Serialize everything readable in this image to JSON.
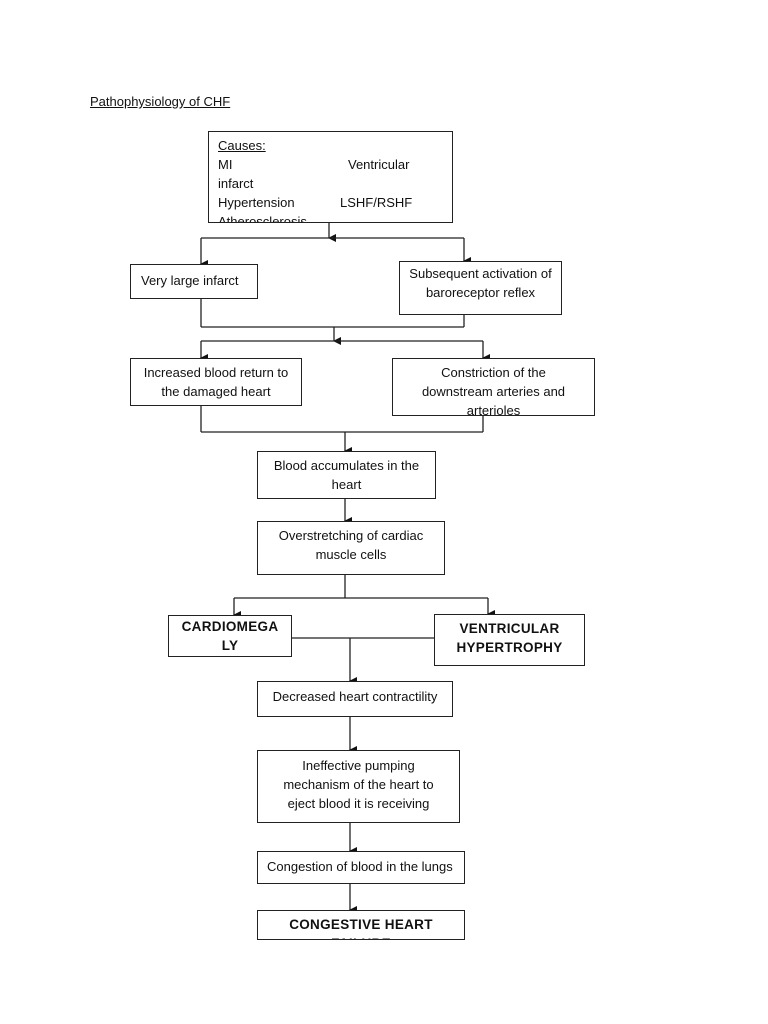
{
  "title": "Pathophysiology of CHF",
  "nodes": {
    "causes": {
      "heading": "Causes:",
      "row1_left": "MI",
      "row1_right": "Ventricular",
      "row2": "infarct",
      "row3_left": "Hypertension",
      "row3_right": "LSHF/RSHF",
      "row4": "Atherosclerosis"
    },
    "very_large_infarct": "Very large infarct",
    "baroreceptor": "Subsequent activation of baroreceptor reflex",
    "increased_blood_return": "Increased blood return to the damaged heart",
    "constriction": "Constriction of the downstream arteries and arterioles",
    "blood_accumulates": "Blood accumulates in the heart",
    "overstretching": "Overstretching of cardiac muscle cells",
    "cardiomegaly_line1": "CARDIOMEGA",
    "cardiomegaly_line2": "LY",
    "ventricular_hypertrophy": "VENTRICULAR HYPERTROPHY",
    "decreased_contractility": "Decreased heart contractility",
    "ineffective_pumping": "Ineffective pumping mechanism of the heart to eject blood it is receiving",
    "congestion": "Congestion of blood in the lungs",
    "chf": "CONGESTIVE HEART FAILURE"
  }
}
